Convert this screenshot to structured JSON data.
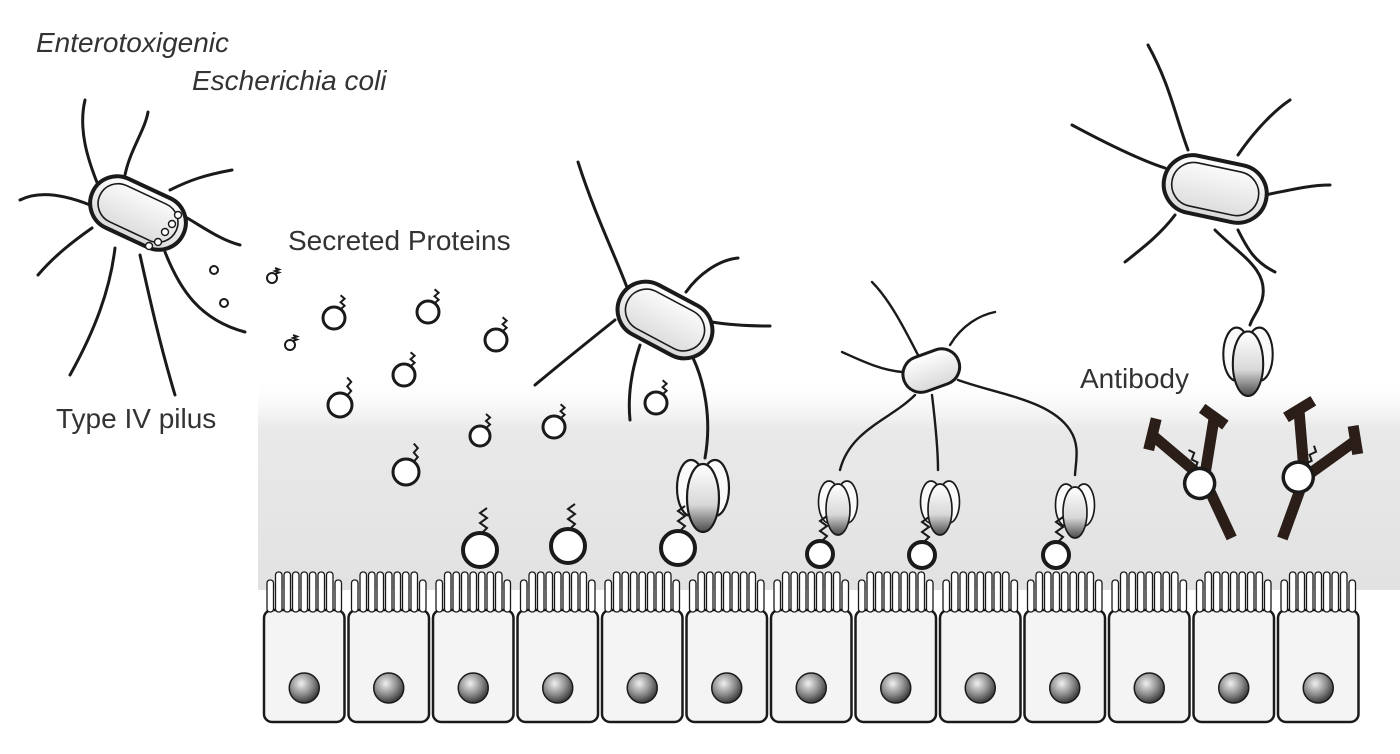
{
  "labels": {
    "organism_line1": "Enterotoxigenic",
    "organism_line2": "Escherichia coli",
    "secreted": "Secreted Proteins",
    "pilus": "Type IV pilus",
    "antibody": "Antibody"
  },
  "epithelium": {
    "cell_count": 13
  },
  "colors": {
    "stroke": "#1a1a1a",
    "mucus": "#e6e6e6",
    "antibody": "#2b1d17",
    "cell_fill": "#f4f4f4",
    "nucleus_dark": "#3a3a3a",
    "nucleus_light": "#e8e8e8"
  }
}
